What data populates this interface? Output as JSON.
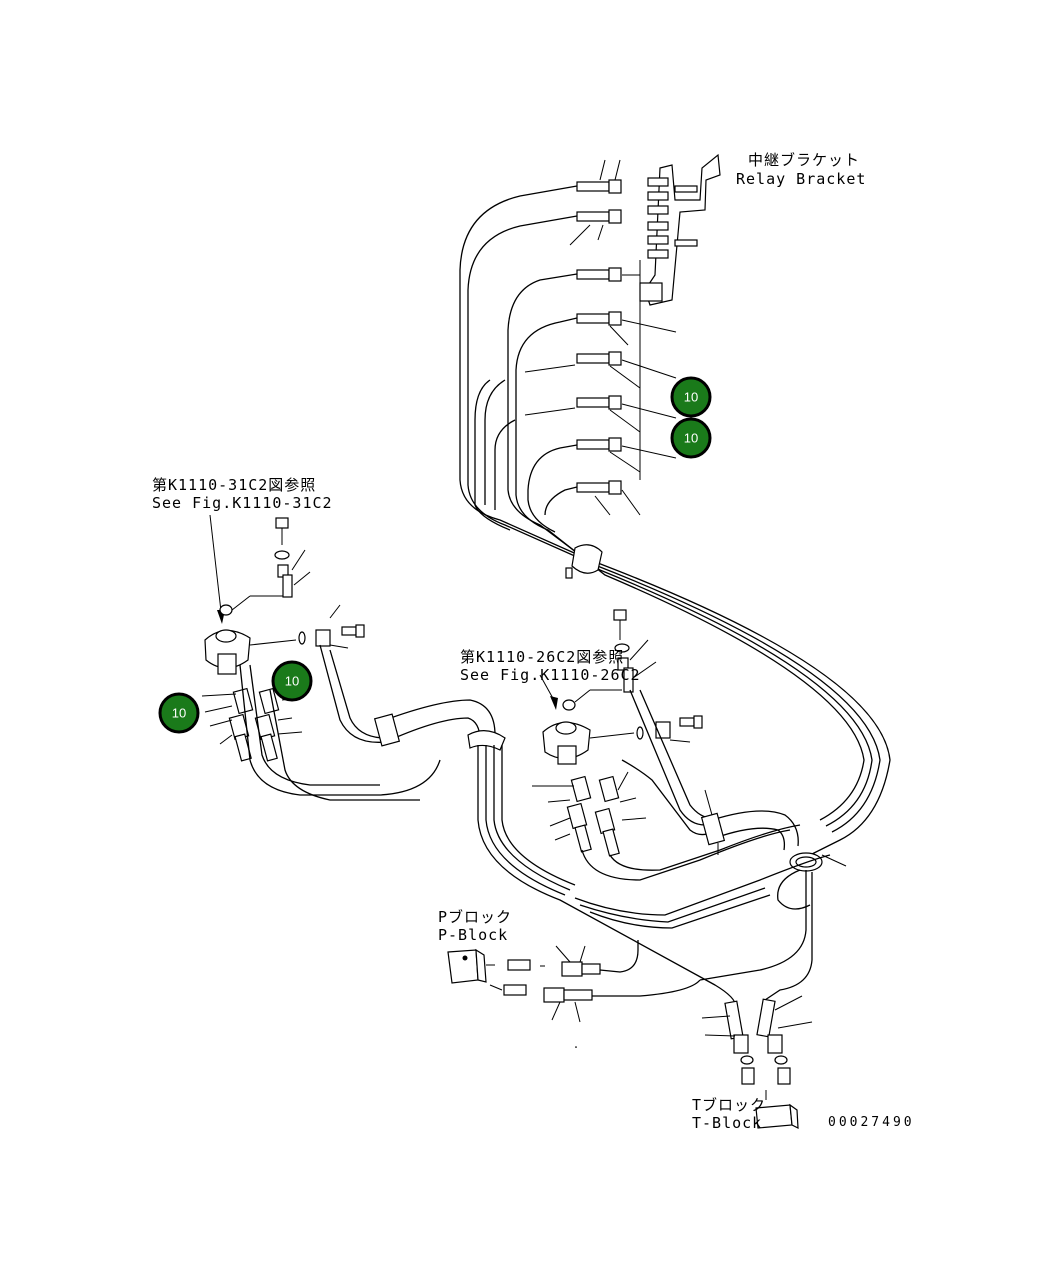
{
  "labels": {
    "relay_bracket_jp": "中継ブラケット",
    "relay_bracket_en": "Relay Bracket",
    "ref_left_jp": "第K1110-31C2図参照",
    "ref_left_en": "See Fig.K1110-31C2",
    "ref_mid_jp": "第K1110-26C2図参照",
    "ref_mid_en": "See Fig.K1110-26C2",
    "p_block_jp": "Pブロック",
    "p_block_en": "P-Block",
    "t_block_jp": "Tブロック",
    "t_block_en": "T-Block",
    "drawing_number": "00027490"
  },
  "callouts": [
    {
      "text": "10"
    },
    {
      "text": "10"
    },
    {
      "text": "10"
    },
    {
      "text": "10"
    }
  ],
  "colors": {
    "callout_fill": "#1a7a1a",
    "callout_ring": "#000000",
    "line": "#000000"
  }
}
